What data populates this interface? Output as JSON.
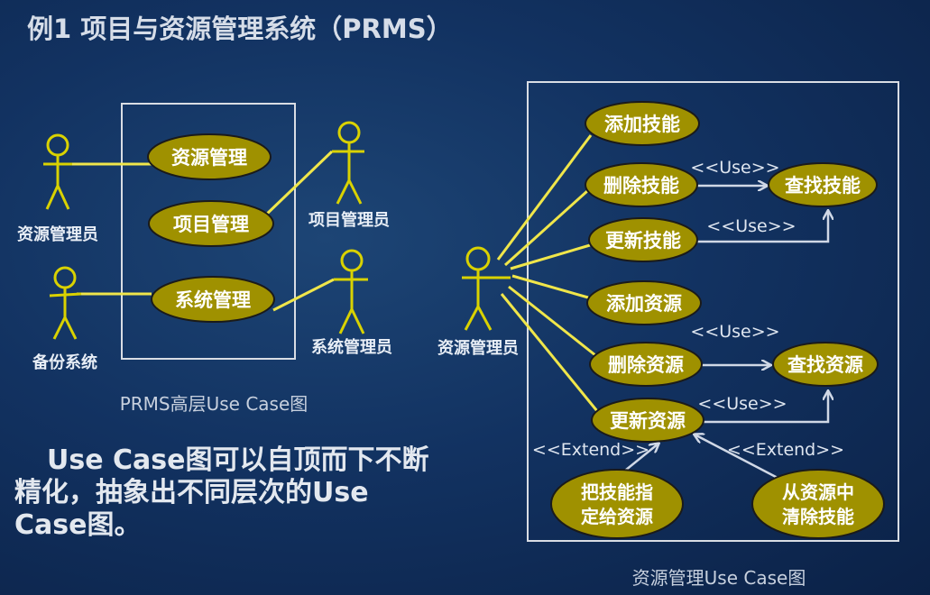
{
  "slide": {
    "title": "例1 项目与资源管理系统（PRMS）",
    "body_text_line1": "Use Case图可以自顶而下不断",
    "body_text_line2": "精化，抽象出不同层次的Use",
    "body_text_line3": "Case图。"
  },
  "left_diagram": {
    "caption": "PRMS高层Use Case图",
    "actors": {
      "resource_manager": "资源管理员",
      "project_manager": "项目管理员",
      "backup_system": "备份系统",
      "system_manager": "系统管理员"
    },
    "use_cases": {
      "resource_mgmt": "资源管理",
      "project_mgmt": "项目管理",
      "system_mgmt": "系统管理"
    }
  },
  "right_diagram": {
    "caption": "资源管理Use Case图",
    "actor": "资源管理员",
    "use_cases": {
      "add_skill": "添加技能",
      "delete_skill": "删除技能",
      "update_skill": "更新技能",
      "find_skill": "查找技能",
      "add_resource": "添加资源",
      "delete_resource": "删除资源",
      "update_resource": "更新资源",
      "find_resource": "查找资源",
      "assign_line1": "把技能指",
      "assign_line2": "定给资源",
      "clear_line1": "从资源中",
      "clear_line2": "清除技能"
    },
    "relations": {
      "use1": "<<Use>>",
      "use2": "<<Use>>",
      "use3": "<<Use>>",
      "use4": "<<Use>>",
      "extend1": "<<Extend>>",
      "extend2": "<<Extend>>"
    }
  },
  "colors": {
    "ellipse_fill": "#9f9100",
    "ellipse_stroke": "#1a1a1a",
    "actor_stroke": "#d9d200",
    "line": "#f0e64a",
    "text": "#e8eef6",
    "arrow": "#d0d8e6"
  }
}
